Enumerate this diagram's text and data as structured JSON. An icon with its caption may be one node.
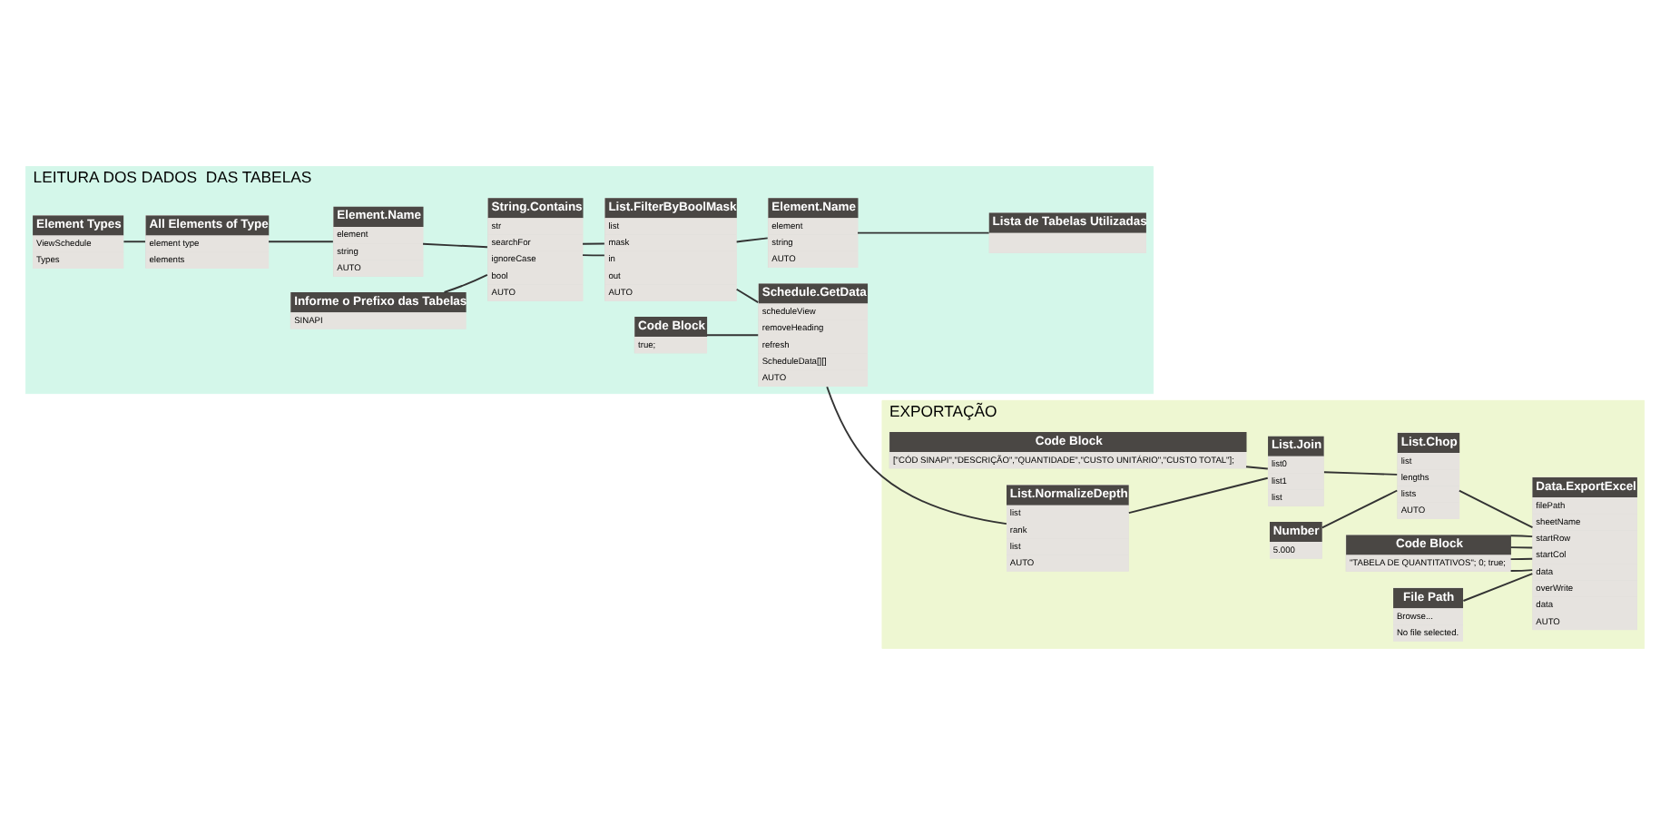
{
  "diagram": {
    "nodes": [
      {
        "text": [
          "LEITURA DOS DADOS  DAS TABELAS"
        ]
      },
      {
        "text": [
          "Element Types",
          "ViewSchedule",
          "Types"
        ],
        "in": 0
      },
      {
        "text": [
          "All Elements of Type",
          "element type",
          "elements"
        ],
        "in": 0
      },
      {
        "text": [
          "Element.Name",
          "element",
          "string",
          "AUTO"
        ],
        "in": 0
      },
      {
        "text": [
          "Informe o Prefixo das Tabelas",
          "SINAPI"
        ],
        "in": 0
      },
      {
        "text": [
          "String.Contains",
          "str",
          "searchFor",
          "ignoreCase",
          "bool",
          "AUTO"
        ],
        "in": 0
      },
      {
        "text": [
          "List.FilterByBoolMask",
          "list",
          "mask",
          "in",
          "out",
          "AUTO"
        ],
        "in": 0
      },
      {
        "text": [
          "Code Block",
          "true;"
        ],
        "in": 0
      },
      {
        "text": [
          "Element.Name",
          "element",
          "string",
          "AUTO"
        ],
        "in": 0
      },
      {
        "text": [
          "Lista de Tabelas Utilizadas"
        ],
        "in": 0
      },
      {
        "text": [
          "Schedule.GetData",
          "scheduleView",
          "removeHeading",
          "refresh",
          "ScheduleData[][]",
          "AUTO"
        ],
        "in": 0
      },
      {
        "text": [
          "EXPORTAÇÃO"
        ]
      },
      {
        "text": [
          "Code Block",
          "[\"CÓD SINAPI\",\"DESCRIÇÃO\",\"QUANTIDADE\",\"CUSTO UNITÁRIO\",\"CUSTO TOTAL\"];"
        ],
        "in": 11
      },
      {
        "text": [
          "List.NormalizeDepth",
          "list",
          "rank",
          "list",
          "AUTO"
        ],
        "in": 11
      },
      {
        "text": [
          "List.Join",
          "list0",
          "list1",
          "list"
        ],
        "in": 11
      },
      {
        "text": [
          "Number",
          "5.000"
        ],
        "in": 11
      },
      {
        "text": [
          "List.Chop",
          "list",
          "lengths",
          "lists",
          "AUTO"
        ],
        "in": 11
      },
      {
        "text": [
          "Code Block",
          "\"TABELA DE QUANTITATIVOS\"; 0; true;"
        ],
        "in": 11
      },
      {
        "text": [
          "File Path",
          "Browse...",
          "No file selected."
        ],
        "in": 11
      },
      {
        "text": [
          "Data.ExportExcel",
          "filePath",
          "sheetName",
          "startRow",
          "startCol",
          "data",
          "overWrite",
          "data",
          "AUTO"
        ],
        "in": 11
      }
    ],
    "edges": [
      {
        "from": 1,
        "to": 2,
        "arrow": "none"
      },
      {
        "from": 2,
        "to": 3,
        "arrow": "none"
      },
      {
        "from": 3,
        "to": 5,
        "arrow": "none"
      },
      {
        "from": 4,
        "to": 5,
        "arrow": "none"
      },
      {
        "from": 5,
        "to": 6,
        "arrow": "none"
      },
      {
        "from": 5,
        "to": 6,
        "arrow": "none"
      },
      {
        "from": 6,
        "to": 8,
        "arrow": "none"
      },
      {
        "from": 6,
        "to": 10,
        "arrow": "none"
      },
      {
        "from": 7,
        "to": 10,
        "arrow": "none"
      },
      {
        "from": 8,
        "to": 9,
        "arrow": "none"
      },
      {
        "from": 10,
        "to": 13,
        "arrow": "none"
      },
      {
        "from": 12,
        "to": 14,
        "arrow": "none"
      },
      {
        "from": 13,
        "to": 14,
        "arrow": "none"
      },
      {
        "from": 14,
        "to": 16,
        "arrow": "none"
      },
      {
        "from": 15,
        "to": 16,
        "arrow": "none"
      },
      {
        "from": 16,
        "to": 19,
        "arrow": "none"
      },
      {
        "from": 17,
        "to": 19,
        "arrow": "none"
      },
      {
        "from": 17,
        "to": 19,
        "arrow": "none"
      },
      {
        "from": 17,
        "to": 19,
        "arrow": "none"
      },
      {
        "from": 17,
        "to": 19,
        "arrow": "none"
      },
      {
        "from": 18,
        "to": 19,
        "arrow": "none"
      }
    ]
  }
}
